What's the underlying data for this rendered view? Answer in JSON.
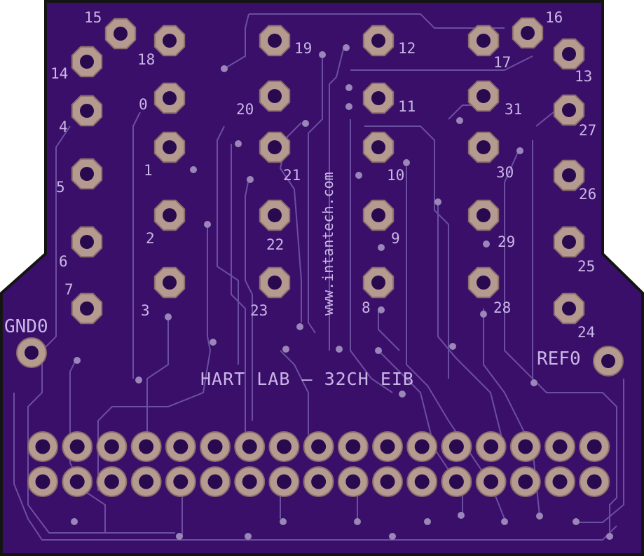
{
  "board": {
    "title": "HART LAB — 32CH EIB",
    "vertical_text": "www.intantech.com",
    "gnd_label": "GND0",
    "ref_label": "REF0",
    "pad_labels": [
      "0",
      "1",
      "2",
      "3",
      "4",
      "5",
      "6",
      "7",
      "8",
      "9",
      "10",
      "11",
      "12",
      "13",
      "14",
      "15",
      "16",
      "17",
      "18",
      "19",
      "20",
      "21",
      "22",
      "23",
      "24",
      "25",
      "26",
      "27",
      "28",
      "29",
      "30",
      "31"
    ],
    "colors": {
      "board": "#3a0f6a",
      "edge": "#141414",
      "pad": "#b59a90",
      "pad_ring": "#8a6d69",
      "hole": "#2a0a4e",
      "trace": "#6b4fa0",
      "silk": "#c9b6e6"
    },
    "header": {
      "rows": 2,
      "columns": 17
    }
  }
}
